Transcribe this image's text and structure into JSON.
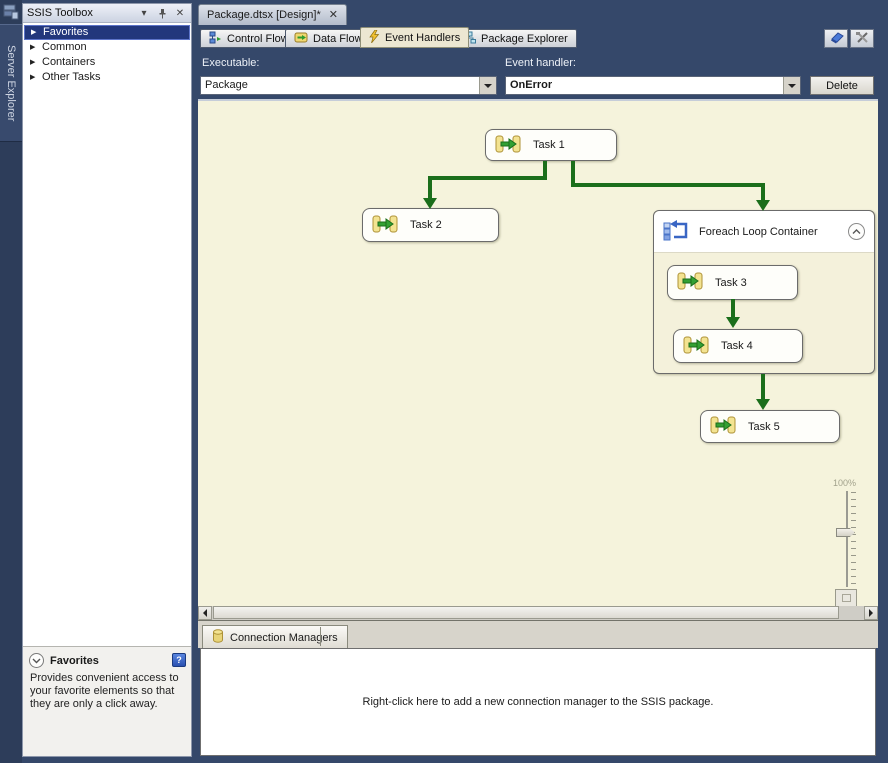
{
  "server_explorer": {
    "label": "Server Explorer"
  },
  "toolbox": {
    "title": "SSIS Toolbox",
    "header_icons": {
      "dropdown_glyph": "▾",
      "close_glyph": "✕"
    },
    "item_arrow_glyph": "▶",
    "items": [
      {
        "label": "Favorites",
        "selected": true
      },
      {
        "label": "Common",
        "selected": false
      },
      {
        "label": "Containers",
        "selected": false
      },
      {
        "label": "Other Tasks",
        "selected": false
      }
    ],
    "info_title": "Favorites",
    "info_description": "Provides convenient access to your favorite elements so that they are only a click away.",
    "help_glyph": "?"
  },
  "document_tab": {
    "title": "Package.dtsx [Design]*",
    "close_glyph": "✕"
  },
  "designer_tabs": {
    "control_flow": "Control Flow",
    "data_flow": "Data Flow",
    "event_handlers": "Event Handlers",
    "package_explorer": "Package Explorer"
  },
  "handler_bar": {
    "executable_label": "Executable:",
    "executable_value": "Package",
    "event_handler_label": "Event handler:",
    "event_handler_value": "OnError",
    "delete_button": "Delete"
  },
  "canvas": {
    "tasks": [
      {
        "label": "Task 1"
      },
      {
        "label": "Task 2"
      },
      {
        "label": "Task 3"
      },
      {
        "label": "Task 4"
      },
      {
        "label": "Task 5"
      }
    ],
    "container_label": "Foreach Loop Container",
    "zoom_level": "100%"
  },
  "connection_managers": {
    "tab_label": "Connection Managers",
    "hint": "Right-click here to add a new connection manager to the SSIS package."
  },
  "colors": {
    "frame_navy": "#35486a",
    "activity_bar_navy": "#2d3d5a",
    "canvas_cream": "#f5f3dc",
    "connector_green": "#1b6e1b",
    "selection_blue": "#22377c",
    "active_tab_tan": "#ece7d2",
    "task_icon_yellow": "#f3e391"
  }
}
